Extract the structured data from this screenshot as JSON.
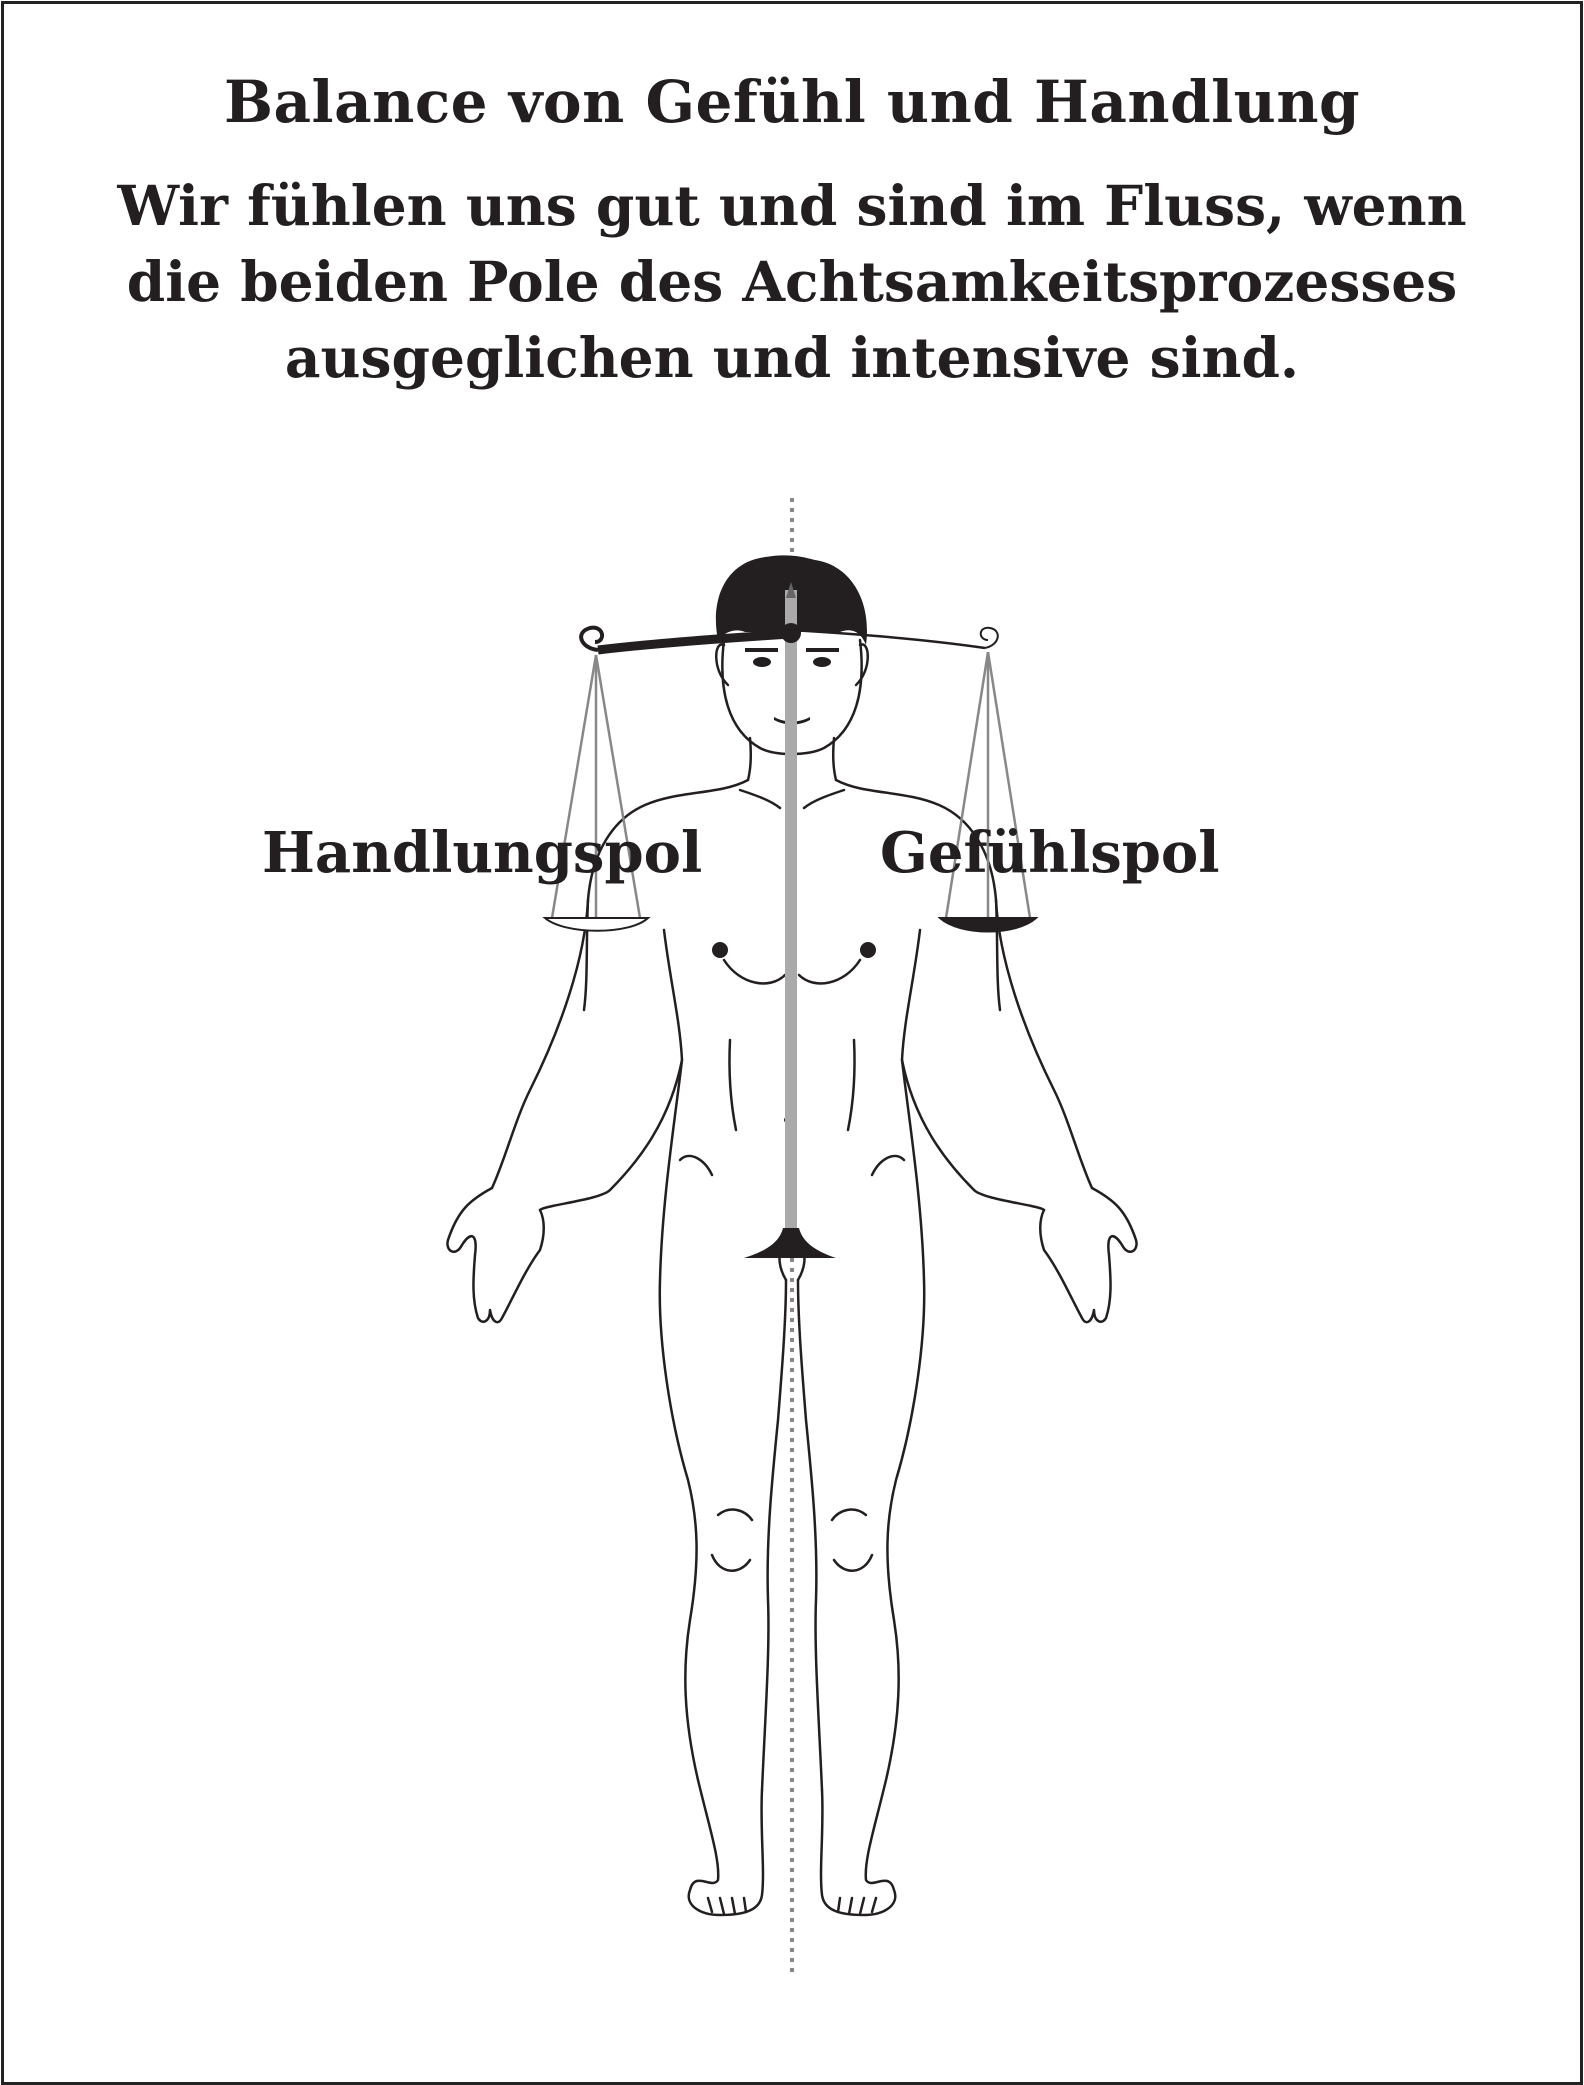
{
  "title": "Balance von Gefühl und Handlung",
  "subtitle": "Wir fühlen uns gut und sind im Fluss, wenn die beiden Pole des Achtsamkeitsprozesses ausgeglichen und intensive sind.",
  "labels": {
    "left_pole": "Handlungspol",
    "right_pole": "Gefühlspol"
  },
  "colors": {
    "ink": "#231f20",
    "spine": "#aaaaaa",
    "axis": "#888888"
  }
}
